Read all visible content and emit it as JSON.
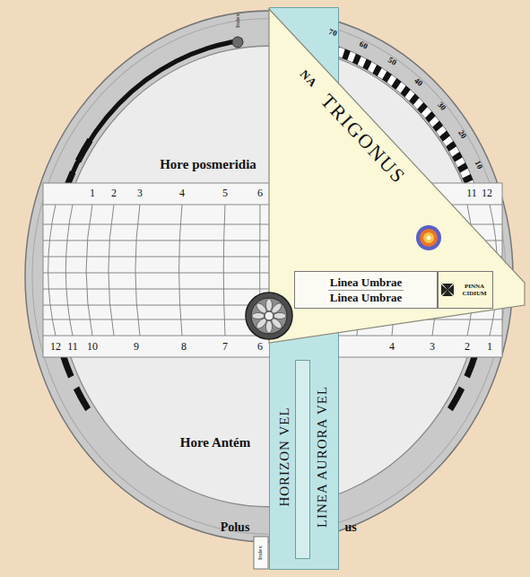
{
  "diagram": {
    "nodes": [
      {
        "text": [
          "NA",
          "TRIGONUS"
        ]
      },
      {
        "text": [
          "Linea Umbrae",
          "Linea Umbrae"
        ],
        "in": 0
      },
      {
        "text": [
          "PINNA CIDIUM"
        ],
        "in": 0
      },
      {
        "text": [
          "HORIZON VEL",
          "LINEA AURORA VEL"
        ]
      }
    ],
    "labels": [
      "Hore posmeridia",
      "1",
      "2",
      "3",
      "4",
      "5",
      "6",
      "11",
      "12",
      "12",
      "11",
      "10",
      "9",
      "8",
      "7",
      "6",
      "4",
      "3",
      "2",
      "1",
      "Hore Antém",
      "Polus",
      "us",
      "70",
      "60",
      "50",
      "40",
      "30",
      "20",
      "10",
      "Index",
      "Index"
    ]
  }
}
